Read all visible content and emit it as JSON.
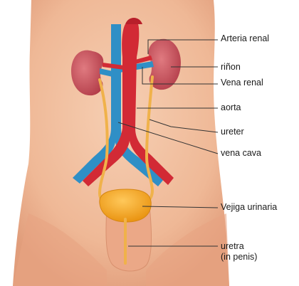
{
  "labels": {
    "arteria_renal": "Arteria  renal",
    "rinon": "riñon",
    "vena_renal": "Vena renal",
    "aorta": "aorta",
    "ureter": "ureter",
    "vena_cava": "vena cava",
    "vejiga_urinaria": "Vejiga urinaria",
    "uretra_line1": "uretra",
    "uretra_line2": "(in penis)"
  },
  "colors": {
    "skin": "#f1b999",
    "kidney": "#c8505a",
    "artery": "#d22a35",
    "vein": "#2f8fc6",
    "ureter": "#f0b24a",
    "bladder": "#f5a31f",
    "leader_line": "#333333"
  }
}
